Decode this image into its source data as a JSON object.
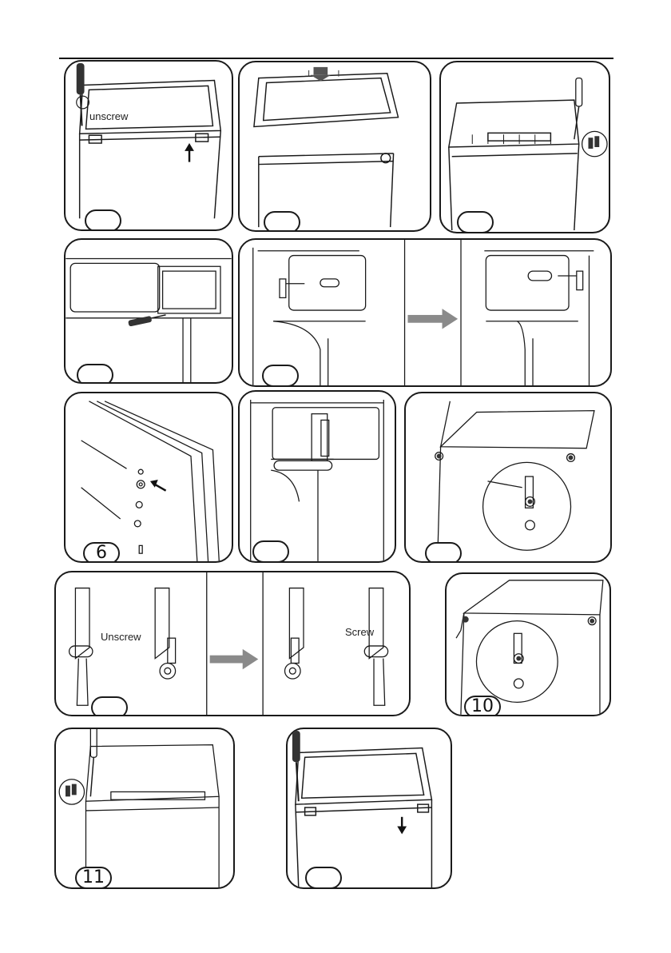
{
  "steps": [
    {
      "number": "",
      "label": "unscrew"
    },
    {
      "number": ""
    },
    {
      "number": ""
    },
    {
      "number": ""
    },
    {
      "number": ""
    },
    {
      "number": "6"
    },
    {
      "number": ""
    },
    {
      "number": ""
    },
    {
      "number": "",
      "left_label": "Unscrew",
      "right_label": "Screw"
    },
    {
      "number": "10"
    },
    {
      "number": "11"
    },
    {
      "number": ""
    }
  ],
  "colors": {
    "line": "#1a1a1a",
    "arrow": "#8a8a8a",
    "paper": "#ffffff"
  }
}
